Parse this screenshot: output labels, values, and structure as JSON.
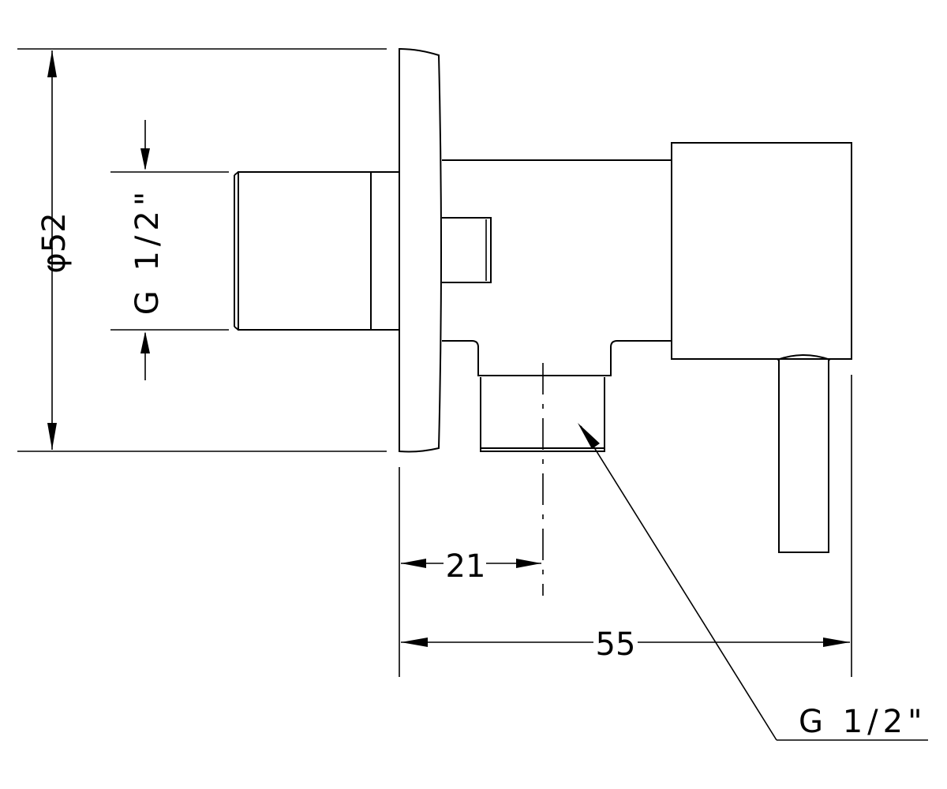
{
  "dimensions": {
    "diameter_flange": "φ52",
    "thread_inlet": "G 1/2\"",
    "outlet_offset": "21",
    "overall_depth": "55",
    "thread_outlet": "G 1/2\""
  }
}
